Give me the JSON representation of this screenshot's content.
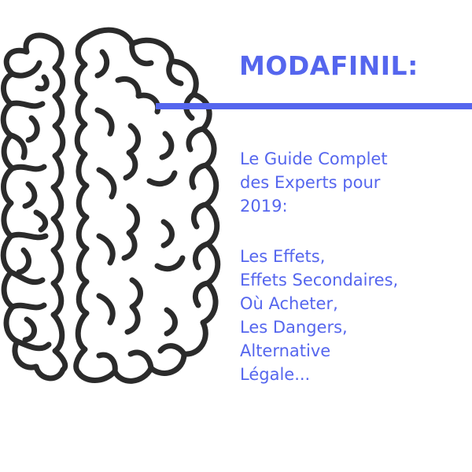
{
  "colors": {
    "accent": "#5566ee",
    "background": "#ffffff",
    "outline": "#2b2b2b"
  },
  "illustration": {
    "icon": "brain-outline-icon"
  },
  "heading": {
    "title": "MODAFINIL:"
  },
  "subtitle": {
    "lines": [
      "Le Guide Complet",
      "des Experts pour",
      "2019:"
    ]
  },
  "topics": {
    "lines": [
      "Les Effets,",
      "Effets Secondaires,",
      "Où Acheter,",
      "Les Dangers,",
      "Alternative",
      "Légale..."
    ]
  }
}
